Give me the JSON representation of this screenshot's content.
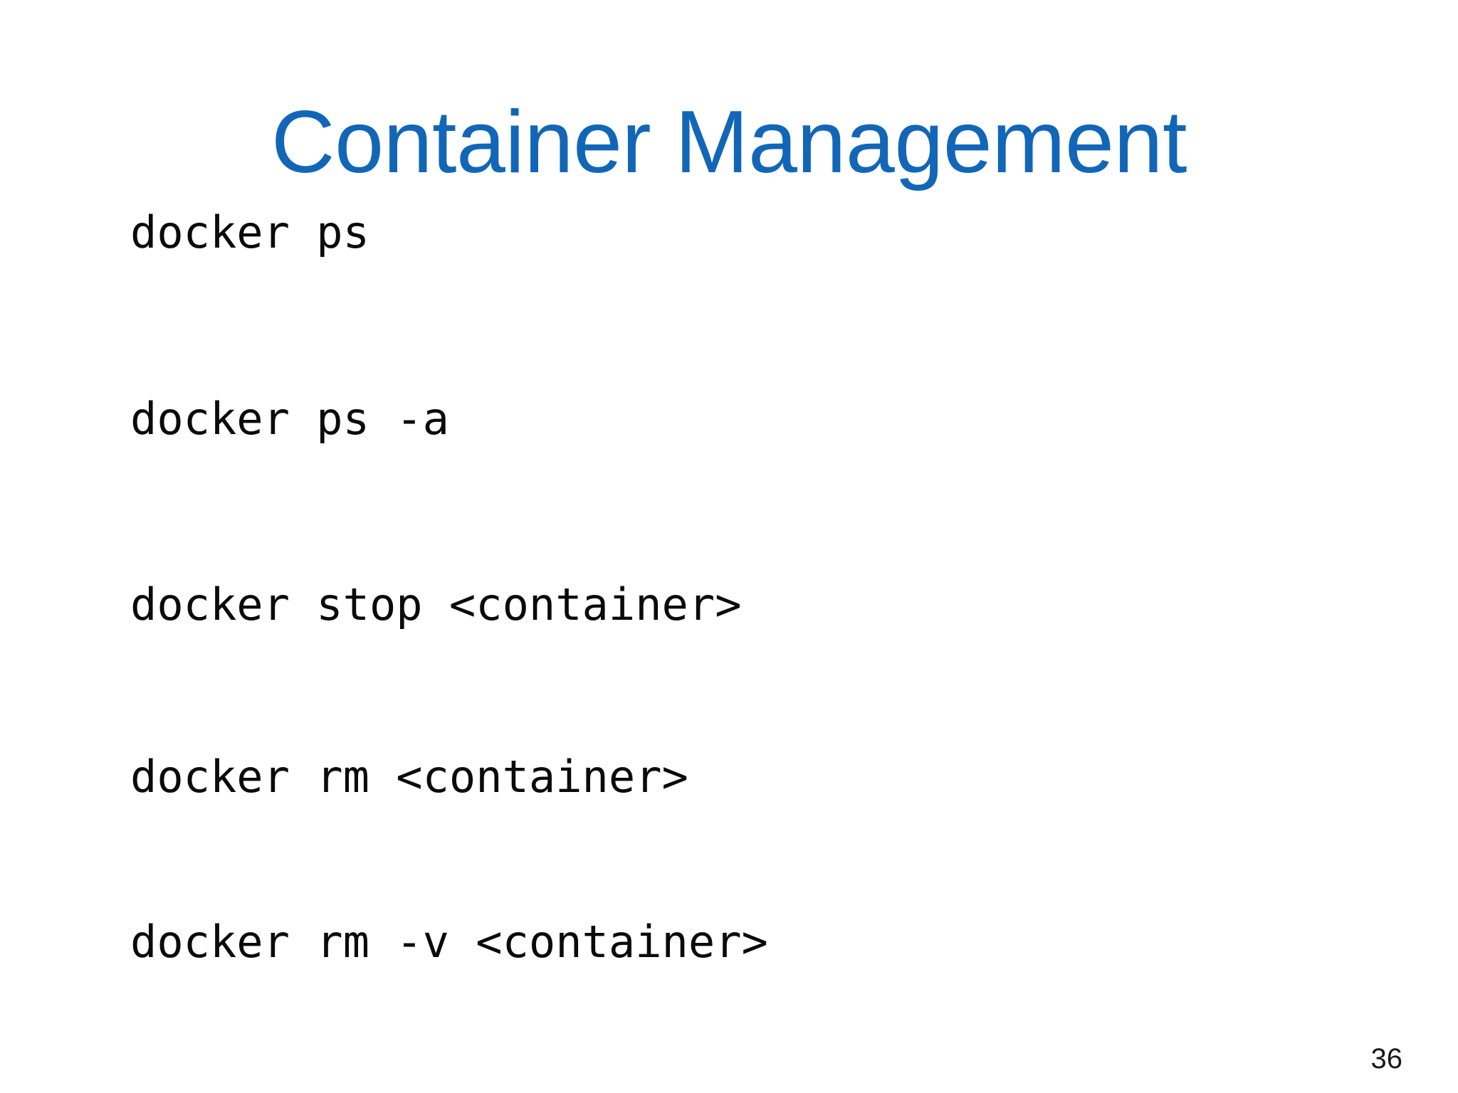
{
  "slide": {
    "title": "Container Management",
    "title_color": "#1266b8",
    "background_color": "#ffffff",
    "text_color": "#0a0a0a",
    "page_number": "36"
  },
  "commands": [
    {
      "text": "docker ps"
    },
    {
      "text": "docker ps -a"
    },
    {
      "text": "docker stop <container>"
    },
    {
      "text": "docker rm <container>"
    },
    {
      "text": "docker rm -v <container>"
    }
  ]
}
